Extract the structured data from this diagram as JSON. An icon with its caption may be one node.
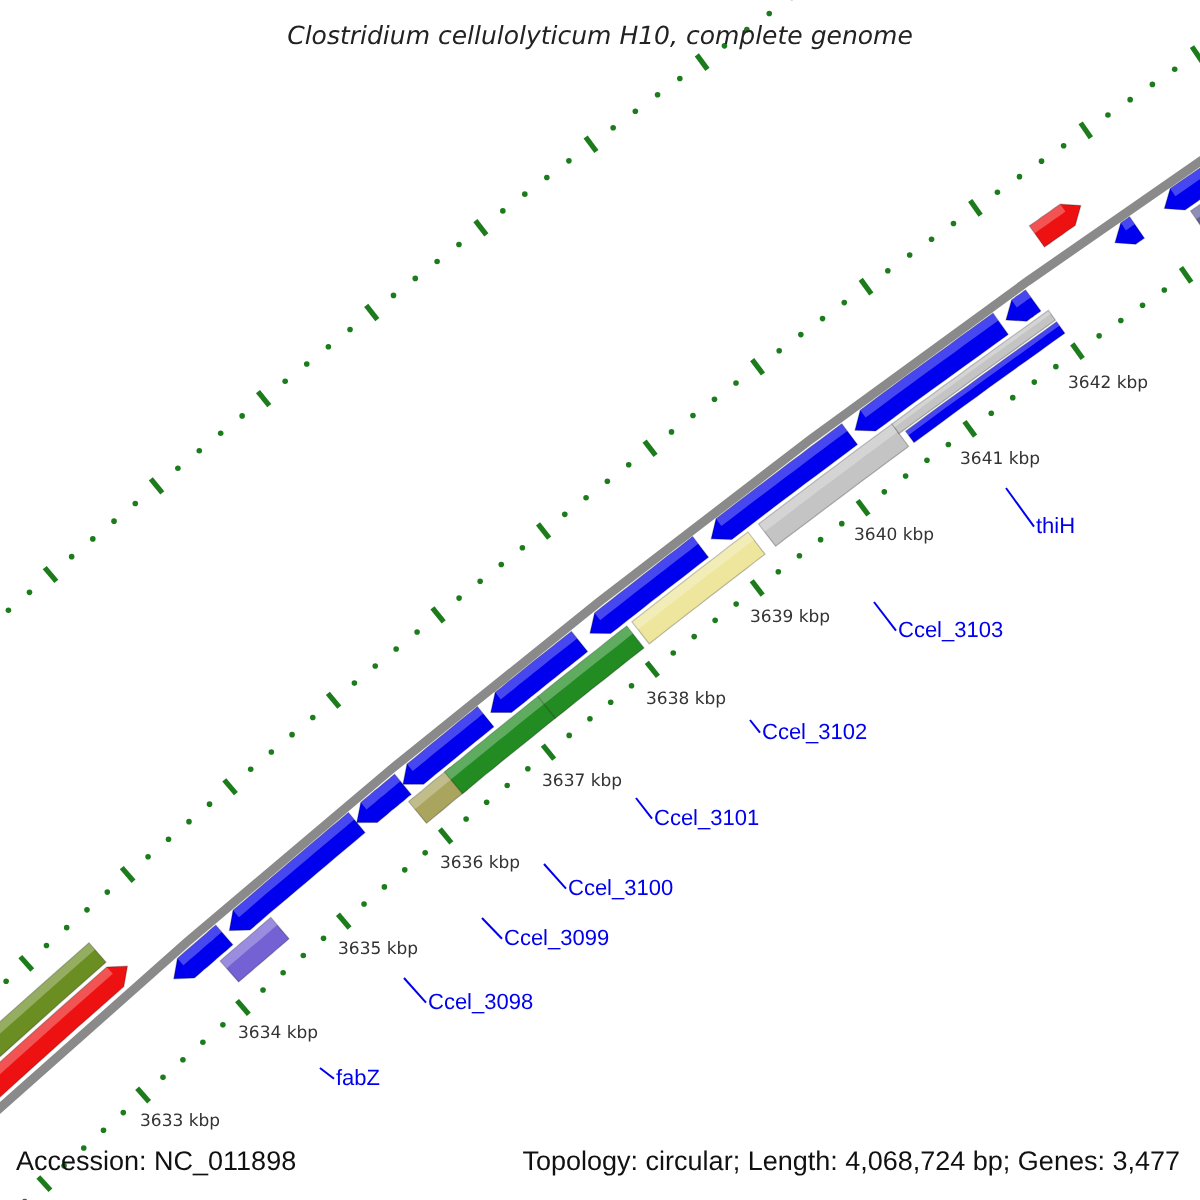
{
  "diagram": {
    "title": "Clostridium cellulolyticum H10, complete genome",
    "nodes": [
      {
        "text": [
          "thiH"
        ]
      },
      {
        "text": [
          "Ccel_3103"
        ]
      },
      {
        "text": [
          "Ccel_3102"
        ]
      },
      {
        "text": [
          "Ccel_3101"
        ]
      },
      {
        "text": [
          "Ccel_3100"
        ]
      },
      {
        "text": [
          "Ccel_3099"
        ]
      },
      {
        "text": [
          "Ccel_3098"
        ]
      },
      {
        "text": [
          "fabZ"
        ]
      }
    ],
    "edges": [
      {
        "from": 0,
        "to": null,
        "arrow": "none"
      },
      {
        "from": 1,
        "to": null,
        "arrow": "none"
      },
      {
        "from": 2,
        "to": null,
        "arrow": "none"
      },
      {
        "from": 3,
        "to": null,
        "arrow": "none"
      },
      {
        "from": 4,
        "to": null,
        "arrow": "none"
      },
      {
        "from": 5,
        "to": null,
        "arrow": "none"
      },
      {
        "from": 6,
        "to": null,
        "arrow": "none"
      },
      {
        "from": 7,
        "to": null,
        "arrow": "none"
      }
    ],
    "labels": [
      "3642 kbp",
      "3641 kbp",
      "3640 kbp",
      "3639 kbp",
      "3638 kbp",
      "3637 kbp",
      "3636 kbp",
      "3635 kbp",
      "3634 kbp",
      "3633 kbp",
      "Accession: NC_011898",
      "Topology: circular; Length: 4,068,724 bp; Genes: 3,477"
    ]
  }
}
